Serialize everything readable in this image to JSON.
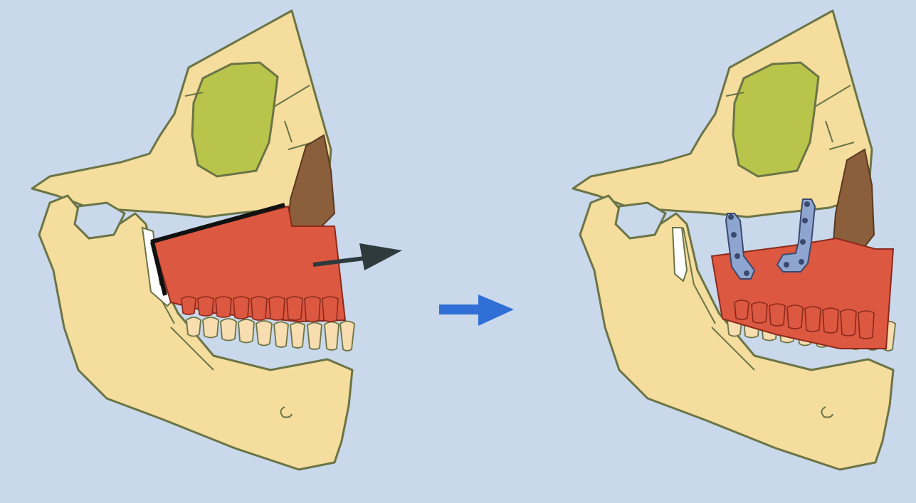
{
  "diagram": {
    "panels": [
      {
        "id": "before",
        "description_name": "skull-before-advancement"
      },
      {
        "id": "after",
        "description_name": "skull-after-fixation"
      }
    ],
    "colors": {
      "background": "#c9d8ea",
      "bone": "#f4dd9d",
      "outline": "#6b7446",
      "sinus": "#b8c54a",
      "maxilla": "#dd5840",
      "nasal": "#8b5e3c",
      "plate": "#8ea6cf",
      "screw": "#3a4a6e",
      "cut_line": "#111111",
      "movement_arrow": "#2f3a3d",
      "transition_arrow": "#2f6fd6",
      "teeth": "#f7ddb0"
    }
  }
}
